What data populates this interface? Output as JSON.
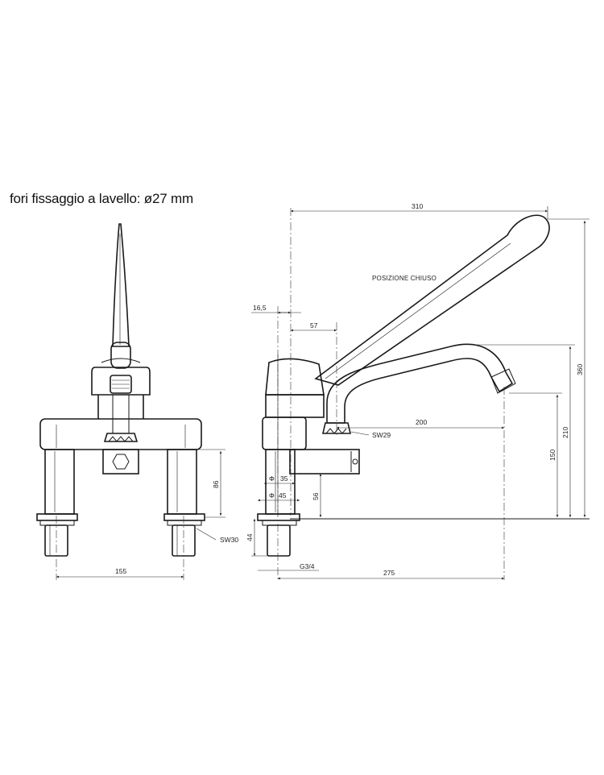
{
  "caption": "fori fissaggio a lavello: ø27 mm",
  "side_view": {
    "state_label": "POSIZIONE CHIUSO",
    "dims": {
      "d310": "310",
      "d16_5": "16,5",
      "d57": "57",
      "d200": "200",
      "d360": "360",
      "d210": "210",
      "d150": "150",
      "d56": "56",
      "d35": "35",
      "d45": "45",
      "d44": "44",
      "d275": "275",
      "thread": "G3/4",
      "sw29": "SW29",
      "phi": "Φ"
    }
  },
  "front_view": {
    "dims": {
      "d86": "86",
      "d155": "155",
      "sw30": "SW30"
    }
  }
}
